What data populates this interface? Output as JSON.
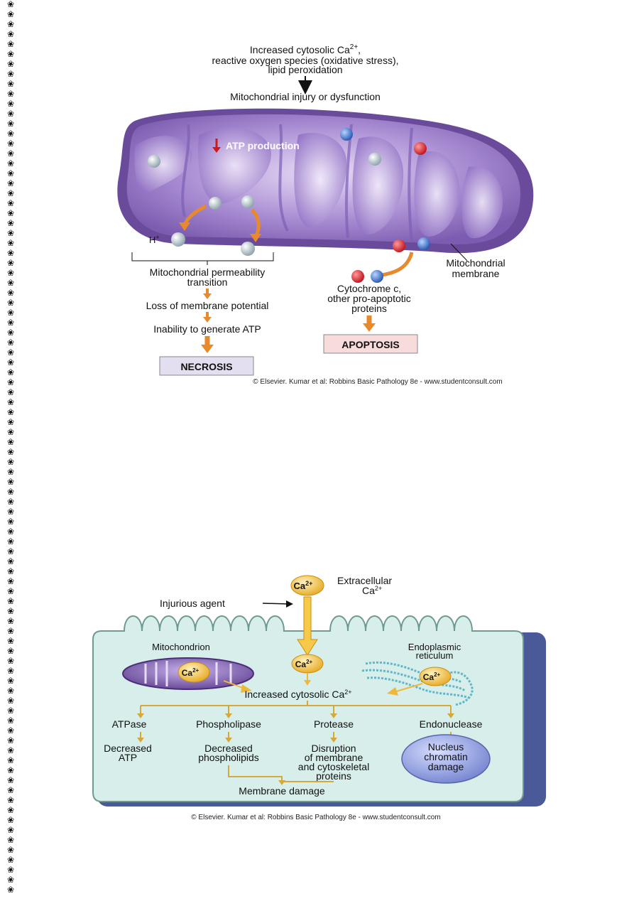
{
  "border": {
    "glyph": "❀"
  },
  "figure1": {
    "top_label_line1": "Increased cytosolic Ca",
    "top_label_sup": "2+",
    "top_label_line1_end": ",",
    "top_label_line2": "reactive oxygen species (oxidative stress),",
    "top_label_line3": "lipid peroxidation",
    "mito_injury": "Mitochondrial injury or dysfunction",
    "atp_production": "ATP production",
    "h_plus": "H",
    "h_plus_sup": "+",
    "mpt_line1": "Mitochondrial permeability",
    "mpt_line2": "transition",
    "loss_potential": "Loss of membrane potential",
    "inability_atp": "Inability to generate ATP",
    "necrosis": "NECROSIS",
    "mito_membrane_line1": "Mitochondrial",
    "mito_membrane_line2": "membrane",
    "cyto_line1": "Cytochrome c,",
    "cyto_line2": "other pro-apoptotic",
    "cyto_line3": "proteins",
    "apoptosis": "APOPTOSIS",
    "credit": "© Elsevier. Kumar et al: Robbins Basic Pathology 8e - www.studentconsult.com"
  },
  "figure2": {
    "ca_label": "Ca",
    "ca_sup": "2+",
    "extracellular_line1": "Extracellular",
    "extracellular_line2": "Ca",
    "extracellular_sup": "2+",
    "injurious_agent": "Injurious agent",
    "mitochondrion": "Mitochondrion",
    "er_line1": "Endoplasmic",
    "er_line2": "reticulum",
    "increased_cytosolic": "Increased cytosolic Ca",
    "increased_cytosolic_sup": "2+",
    "atpase": "ATPase",
    "phospholipase": "Phospholipase",
    "protease": "Protease",
    "endonuclease": "Endonuclease",
    "decreased_atp_line1": "Decreased",
    "decreased_atp_line2": "ATP",
    "decreased_pl_line1": "Decreased",
    "decreased_pl_line2": "phospholipids",
    "disruption_line1": "Disruption",
    "disruption_line2": "of membrane",
    "disruption_line3": "and cytoskeletal",
    "disruption_line4": "proteins",
    "nucleus_line1": "Nucleus",
    "nucleus_line2": "chromatin",
    "nucleus_line3": "damage",
    "membrane_damage": "Membrane damage",
    "credit": "© Elsevier. Kumar et al: Robbins Basic Pathology 8e - www.studentconsult.com"
  },
  "colors": {
    "mito_dark": "#6a4a9a",
    "mito_light": "#b9a3dc",
    "arrow_orange": "#e8892b",
    "necrosis_box": "#e3def0",
    "apoptosis_box": "#f8dcdc",
    "cell_fill": "#d8eeea",
    "cell_border": "#4a5a99",
    "ca_fill": "#f6c94a",
    "nucleus_fill": "#a9b6e6",
    "er_color": "#5fb8c9"
  }
}
